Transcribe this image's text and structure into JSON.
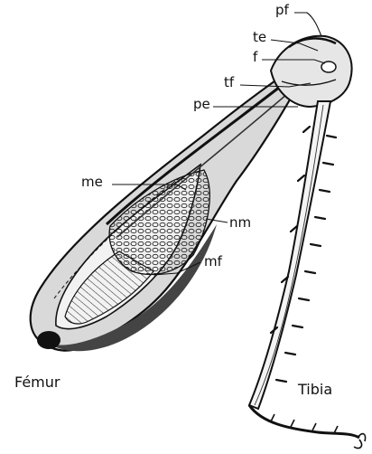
{
  "labels": {
    "pf": "pf",
    "te": "te",
    "f": "f",
    "tf": "tf",
    "pe": "pe",
    "me": "me",
    "nm": "nm",
    "mf": "mf",
    "femur": "Fémur",
    "tibia": "Tibia"
  }
}
